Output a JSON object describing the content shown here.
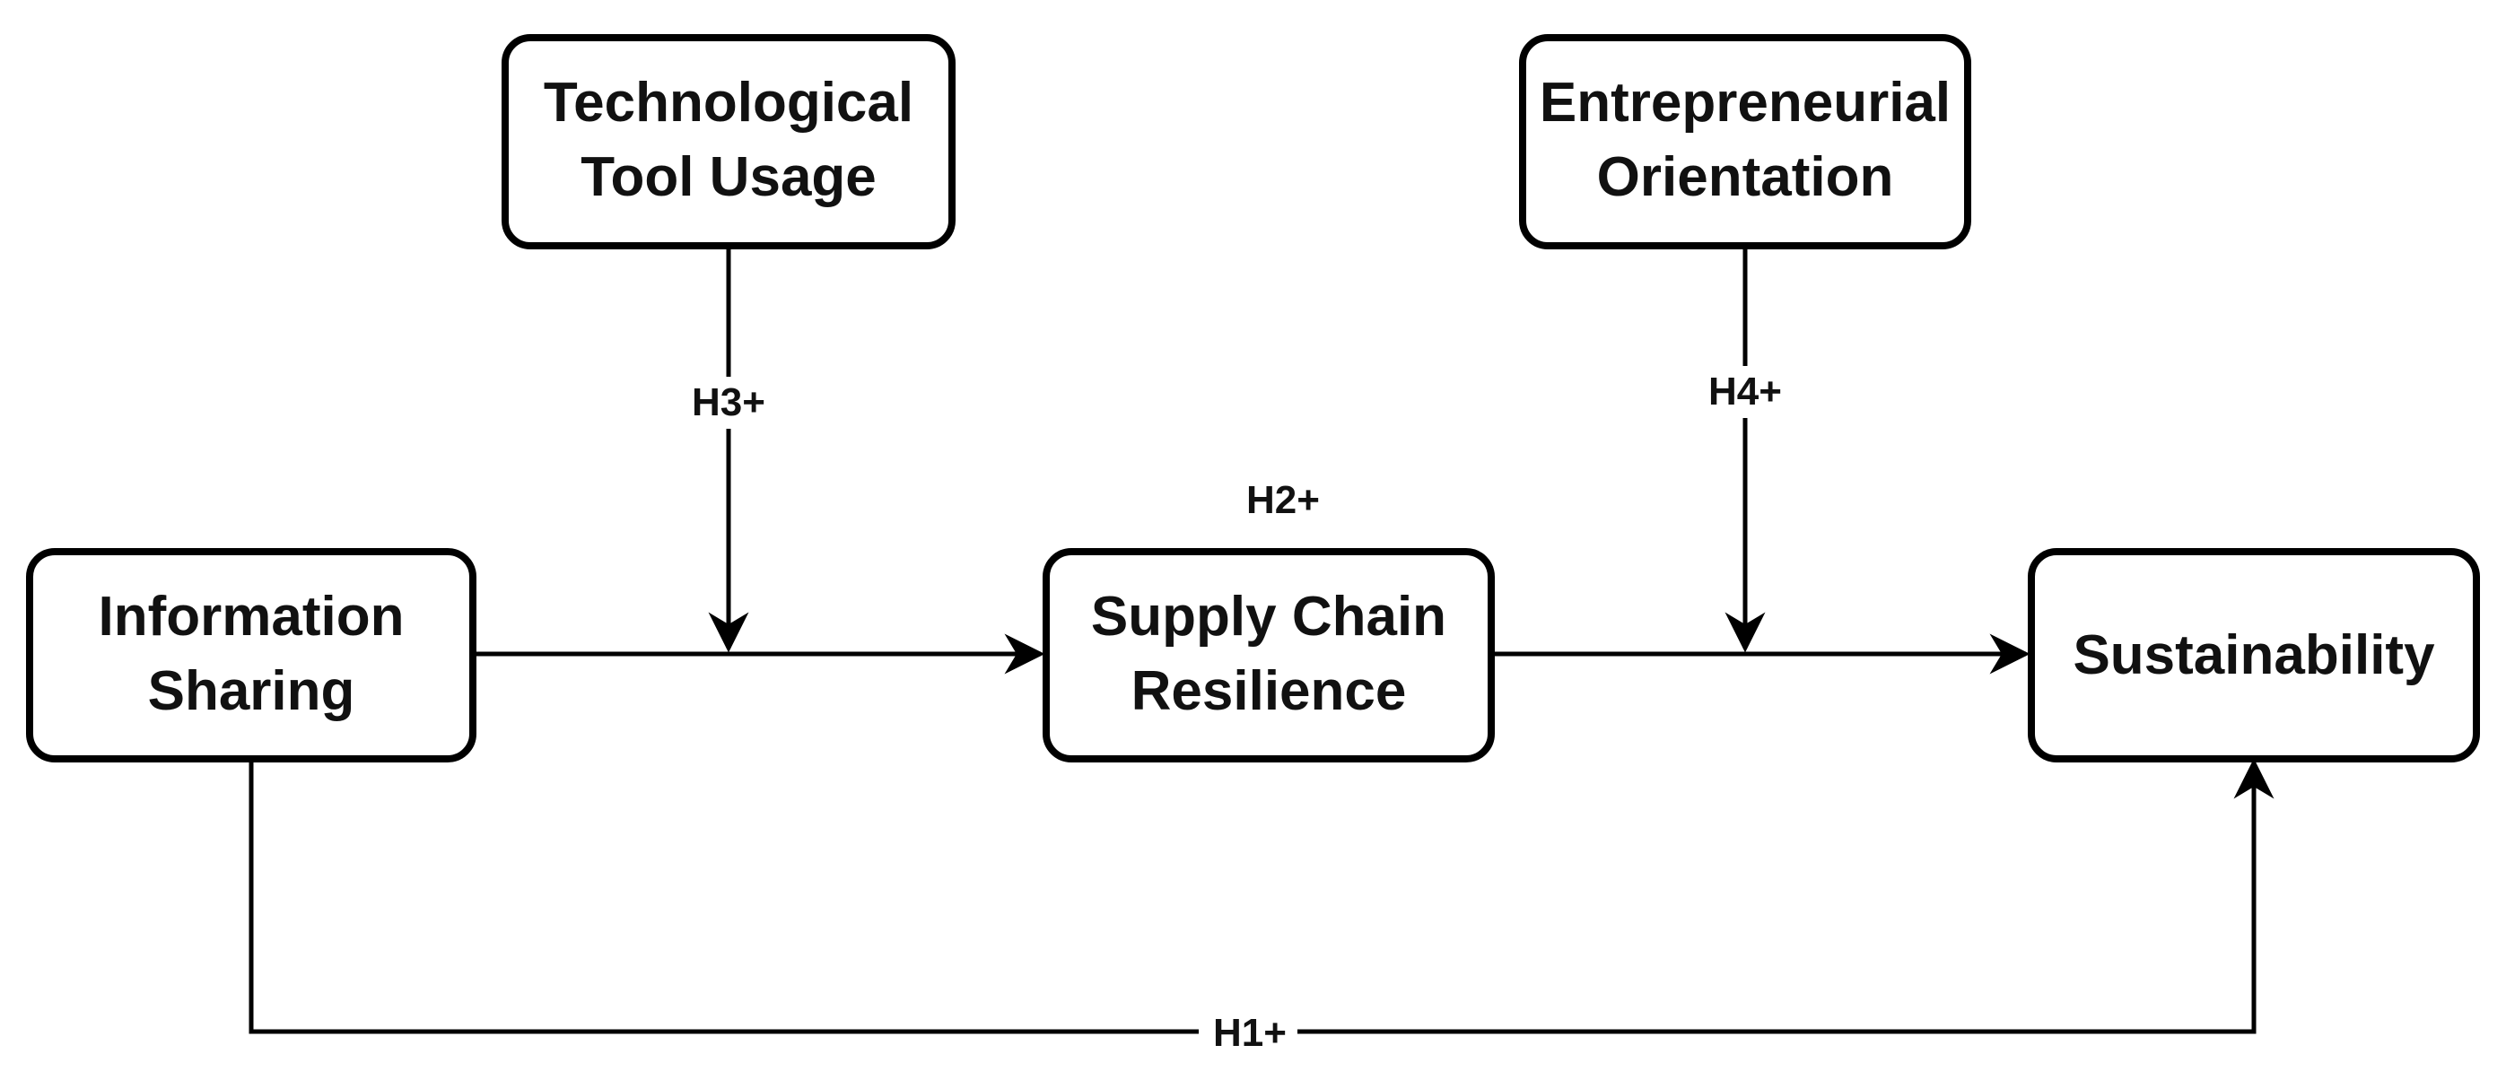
{
  "nodes": {
    "technological_tool_usage": {
      "line1": "Technological",
      "line2": "Tool Usage"
    },
    "entrepreneurial_orientation": {
      "line1": "Entrepreneurial",
      "line2": "Orientation"
    },
    "information_sharing": {
      "line1": "Information",
      "line2": "Sharing"
    },
    "supply_chain_resilience": {
      "line1": "Supply Chain",
      "line2": "Resilience"
    },
    "sustainability": {
      "line1": "Sustainability"
    }
  },
  "hypotheses": {
    "h1": "H1+",
    "h2": "H2+",
    "h3": "H3+",
    "h4": "H4+"
  },
  "colors": {
    "stroke": "#000000",
    "text": "#111111",
    "background": "#ffffff"
  }
}
